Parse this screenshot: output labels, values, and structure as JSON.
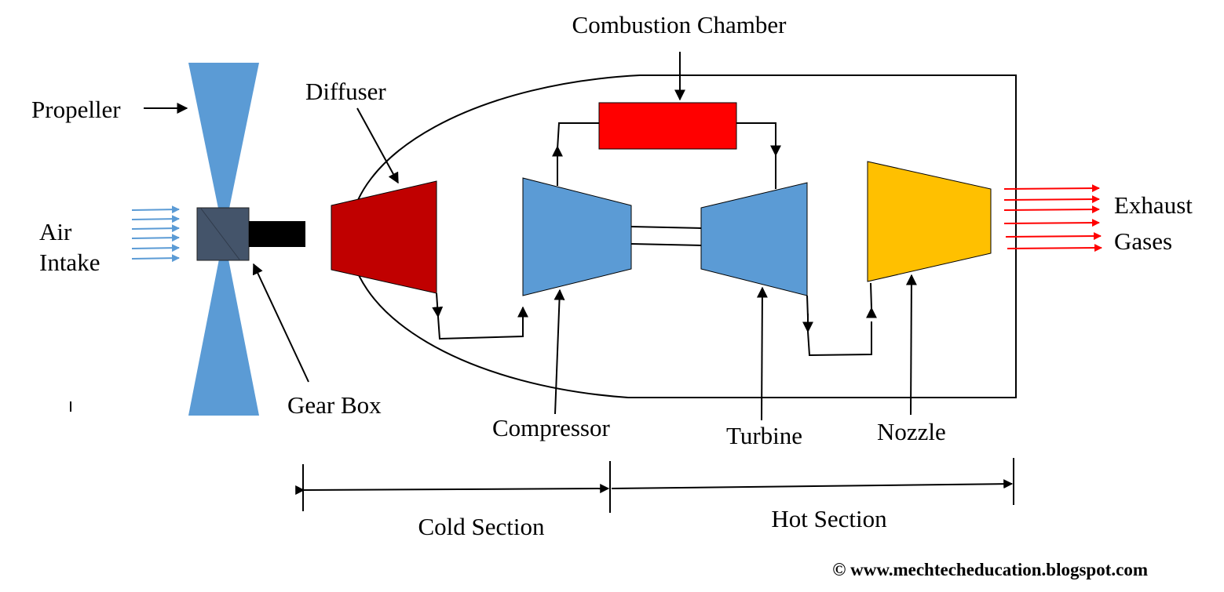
{
  "labels": {
    "combustion_chamber": "Combustion Chamber",
    "propeller": "Propeller",
    "diffuser": "Diffuser",
    "air": "Air",
    "intake": "Intake",
    "exhaust": "Exhaust",
    "gases": "Gases",
    "gear_box": "Gear Box",
    "compressor": "Compressor",
    "turbine": "Turbine",
    "nozzle": "Nozzle",
    "cold_section": "Cold Section",
    "hot_section": "Hot Section"
  },
  "copyright": "© www.mechtecheducation.blogspot.com",
  "colors": {
    "propeller": "#5b9bd5",
    "gear_box": "#44546a",
    "shaft": "#000000",
    "diffuser": "#c00000",
    "compressor": "#5b9bd5",
    "turbine": "#5b9bd5",
    "combustion_chamber": "#ff0000",
    "nozzle": "#ffc000",
    "intake_arrows": "#5b9bd5",
    "exhaust_arrows": "#ff0000"
  }
}
